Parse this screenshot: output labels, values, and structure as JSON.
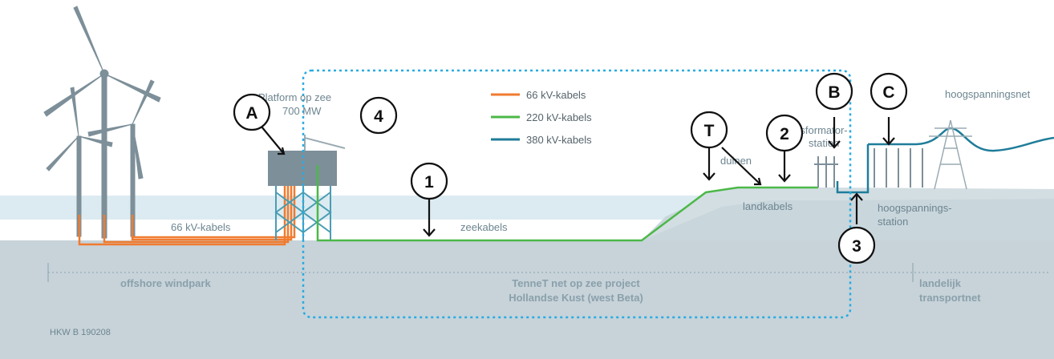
{
  "legend": {
    "items": [
      {
        "label": "66 kV-kabels",
        "color": "#f07b2f"
      },
      {
        "label": "220 kV-kabels",
        "color": "#4cb848"
      },
      {
        "label": "380 kV-kabels",
        "color": "#1f7c9a"
      }
    ]
  },
  "labels": {
    "platform_line1": "Platform op zee",
    "platform_line2": "700 MW",
    "kabels66": "66 kV-kabels",
    "zeekabels": "zeekabels",
    "duinen": "duinen",
    "landkabels": "landkabels",
    "transformator_line1": "transformator-",
    "transformator_line2": "station",
    "hoogspanningsnet": "hoogspanningsnet",
    "hoogspanningsstation_line1": "hoogspannings-",
    "hoogspanningsstation_line2": "station",
    "code": "HKW B 190208"
  },
  "zones": {
    "offshore": "offshore windpark",
    "tennet_line1": "TenneT net op zee project",
    "tennet_line2": "Hollandse Kust (west Beta)",
    "landelijk_line1": "landelijk",
    "landelijk_line2": "transportnet"
  },
  "markers": {
    "A": "A",
    "four": "4",
    "one": "1",
    "T": "T",
    "two": "2",
    "B": "B",
    "C": "C",
    "three": "3"
  },
  "colors": {
    "sky": "#ffffff",
    "sea_top": "#dbeef5",
    "seabed": "#c9d6dc",
    "dune": "#d4dfe4",
    "boundary": "#29abe2",
    "turbine": "#7d8f99",
    "platform": "#7d8f99"
  }
}
